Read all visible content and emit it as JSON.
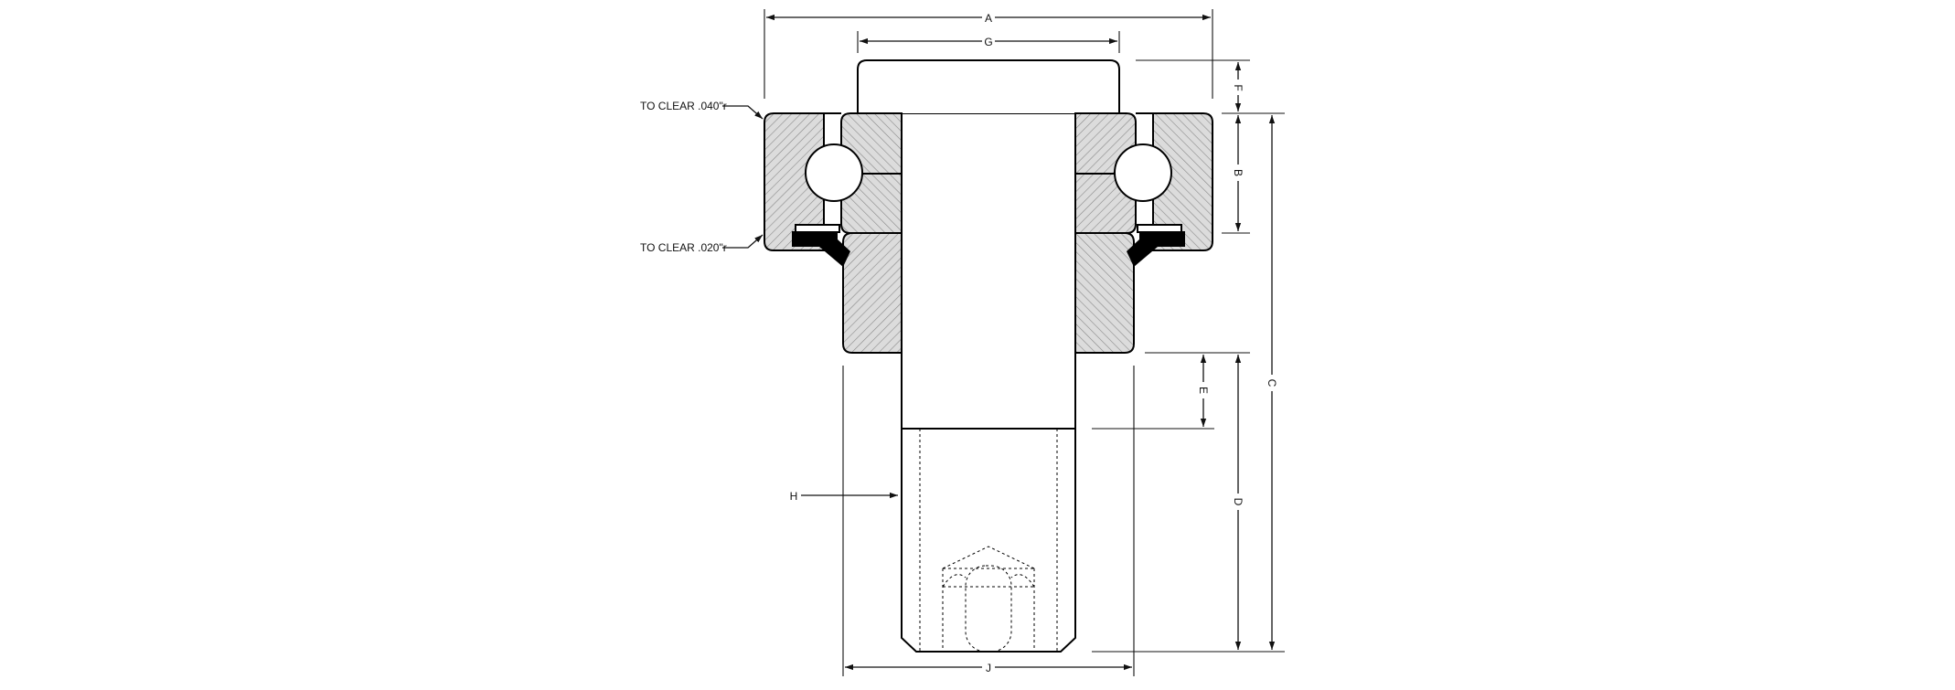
{
  "labels": {
    "A": "A",
    "B": "B",
    "C": "C",
    "D": "D",
    "E": "E",
    "F": "F",
    "G": "G",
    "H": "H",
    "J": "J"
  },
  "notes": {
    "clear_040": "TO CLEAR .040\"r",
    "clear_020": "TO CLEAR .020\"r"
  },
  "colors": {
    "ink": "#000000",
    "race_fill": "#dcdcdc",
    "hatch": "#8a8a8a",
    "seal": "#000000",
    "paper": "#ffffff"
  }
}
